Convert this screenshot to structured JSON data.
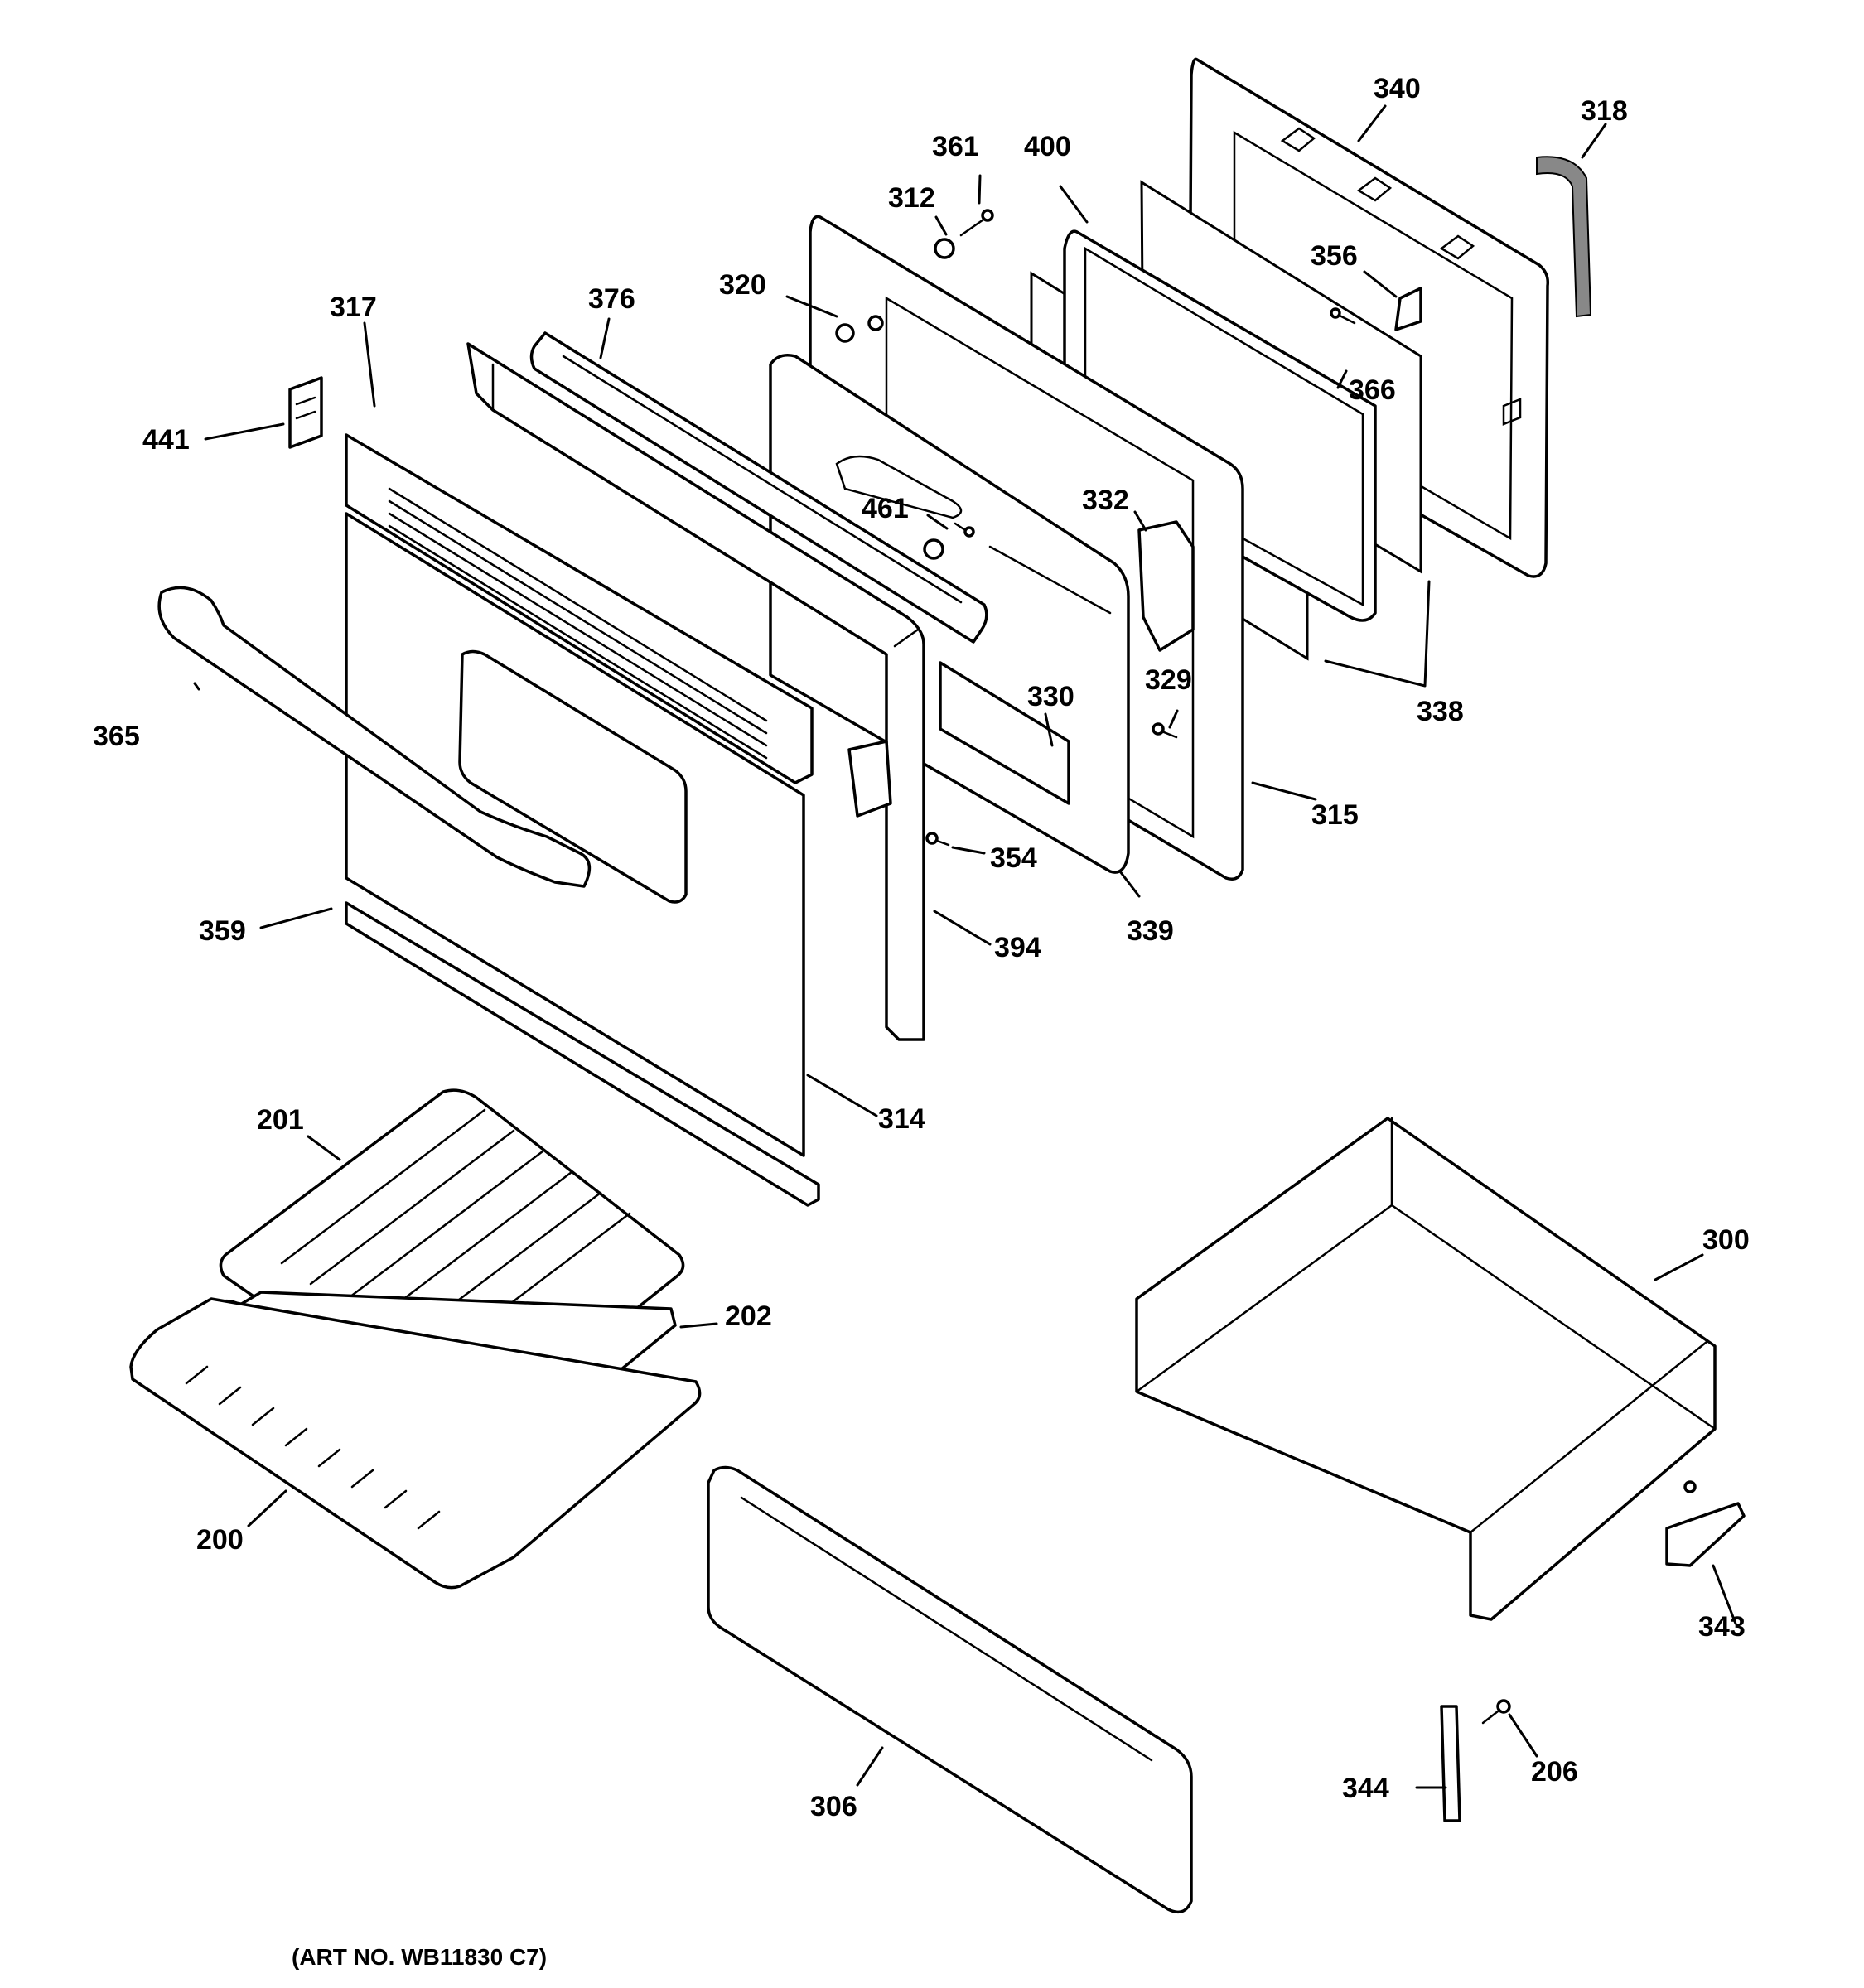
{
  "labels": {
    "p340": "340",
    "p318": "318",
    "p361": "361",
    "p400": "400",
    "p312": "312",
    "p356": "356",
    "p320": "320",
    "p317": "317",
    "p376": "376",
    "p366": "366",
    "p441": "441",
    "p461": "461",
    "p332": "332",
    "p338": "338",
    "p330": "330",
    "p329": "329",
    "p365": "365",
    "p315": "315",
    "p354": "354",
    "p339": "339",
    "p359": "359",
    "p394": "394",
    "p314": "314",
    "p201": "201",
    "p300": "300",
    "p202": "202",
    "p200": "200",
    "p343": "343",
    "p206": "206",
    "p344": "344",
    "p306": "306"
  },
  "art_number": "(ART NO. WB11830 C7)"
}
